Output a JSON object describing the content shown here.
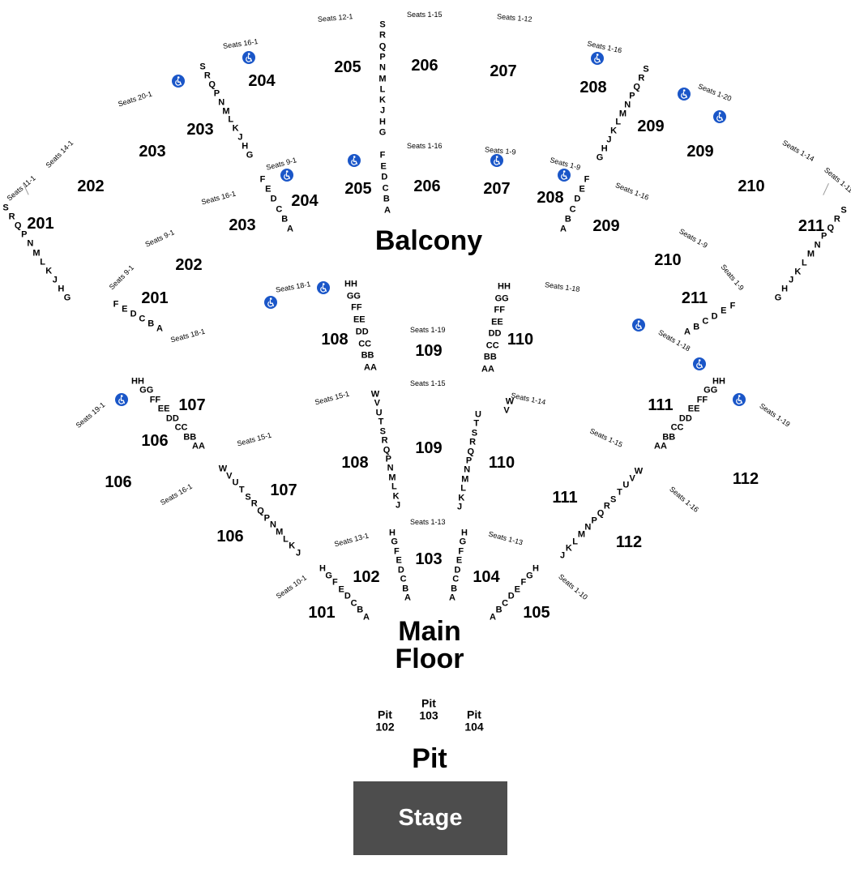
{
  "labels": {
    "balcony": "Balcony",
    "main_floor_line1": "Main",
    "main_floor_line2": "Floor",
    "pit": "Pit",
    "stage": "Stage",
    "pit_sub": [
      {
        "name": "Pit",
        "num": "102"
      },
      {
        "name": "Pit",
        "num": "103"
      },
      {
        "name": "Pit",
        "num": "104"
      }
    ]
  },
  "colors": {
    "wheelchair": "#1a56c8",
    "stage": "#4d4d4d",
    "text": "#000000"
  },
  "icons": {
    "accessible": "wheelchair-icon"
  },
  "sections": [
    "205",
    "206",
    "207",
    "204",
    "208",
    "203",
    "209",
    "203",
    "209",
    "202",
    "210",
    "201",
    "211",
    "204",
    "205",
    "206",
    "207",
    "208",
    "203",
    "209",
    "202",
    "210",
    "201",
    "211",
    "108",
    "109",
    "110",
    "107",
    "111",
    "106",
    "106",
    "109",
    "108",
    "110",
    "107",
    "111",
    "112",
    "106",
    "112",
    "103",
    "102",
    "104",
    "101",
    "105"
  ],
  "seat_labels": [
    "Seats 12-1",
    "Seats 1-15",
    "Seats 1-12",
    "Seats 16-1",
    "Seats 1-16",
    "Seats 20-1",
    "Seats 1-20",
    "Seats 14-1",
    "Seats 1-14",
    "Seats 11-1",
    "Seats 1-11",
    "Seats 9-1",
    "Seats 1-16",
    "Seats 1-9",
    "Seats 1-9",
    "Seats 16-1",
    "Seats 1-16",
    "Seats 9-1",
    "Seats 1-9",
    "Seats 9-1",
    "Seats 1-9",
    "Seats 18-1",
    "Seats 1-18",
    "Seats 18-1",
    "Seats 1-18",
    "Seats 1-19",
    "Seats 1-15",
    "Seats 15-1",
    "Seats 1-14",
    "Seats 19-1",
    "Seats 1-19",
    "Seats 15-1",
    "Seats 1-15",
    "Seats 16-1",
    "Seats 1-16",
    "Seats 1-13",
    "Seats 13-1",
    "Seats 1-13",
    "Seats 10-1",
    "Seats 1-10"
  ],
  "rows": [
    "S",
    "R",
    "Q",
    "P",
    "N",
    "M",
    "L",
    "K",
    "J",
    "H",
    "G",
    "F",
    "E",
    "D",
    "C",
    "B",
    "A",
    "HH",
    "GG",
    "FF",
    "EE",
    "DD",
    "CC",
    "BB",
    "AA",
    "W",
    "V",
    "U",
    "T"
  ]
}
